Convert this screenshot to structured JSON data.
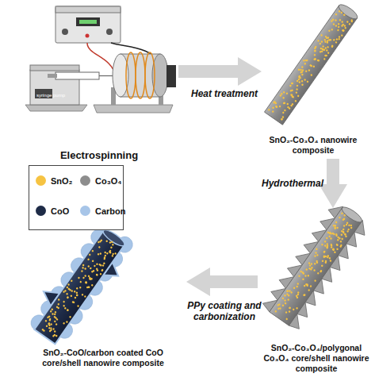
{
  "diagram": {
    "nodes": [
      {
        "text": [
          "Electrospinning"
        ]
      },
      {
        "text": [
          "SnO₂-Co₃O₄ nanowire composite"
        ]
      },
      {
        "text": [
          "SnO₂-Co₃O₄/polygonal Co₃O₄ core/shell nanowire composite"
        ]
      },
      {
        "text": [
          "SnO₂-CoO/carbon coated CoO core/shell nanowire composite"
        ]
      }
    ],
    "edges": [
      {
        "from": 0,
        "to": 1,
        "label": "Heat treatment",
        "arrow": "to"
      },
      {
        "from": 1,
        "to": 2,
        "label": "Hydrothermal",
        "arrow": "to"
      },
      {
        "from": 2,
        "to": 3,
        "label": "PPy coating and carbonization",
        "arrow": "to"
      }
    ],
    "labels": [
      "syringe pump"
    ],
    "legend": [
      {
        "text": "SnO₂",
        "color": "#f6c342"
      },
      {
        "text": "Co₃O₄",
        "color": "#8d8d8d"
      },
      {
        "text": "CoO",
        "color": "#1e2b47"
      },
      {
        "text": "Carbon",
        "color": "#a7c5e8"
      }
    ]
  }
}
